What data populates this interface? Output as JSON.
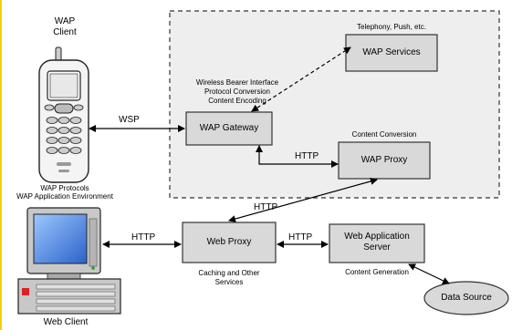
{
  "client": {
    "title_line1": "WAP",
    "title_line2": "Client",
    "protocols_line1": "WAP Protocols",
    "protocols_line2": "WAP Application Environment"
  },
  "web_client": {
    "label": "Web Client"
  },
  "gateway_box": {
    "title": "WAP Gateway",
    "notes": [
      "Wireless Bearer Interface",
      "Protocol Conversion",
      "Content Encoding"
    ]
  },
  "services_box": {
    "title": "WAP Services",
    "note": "Telephony, Push, etc."
  },
  "proxy_box": {
    "title": "WAP Proxy",
    "note": "Content Conversion"
  },
  "web_proxy_box": {
    "title": "Web Proxy",
    "notes": [
      "Caching and Other",
      "Services"
    ]
  },
  "web_app_box": {
    "title_line1": "Web Application",
    "title_line2": "Server",
    "note": "Content Generation"
  },
  "data_source": {
    "label": "Data Source"
  },
  "connectors": {
    "wsp": "WSP",
    "http_gateway_proxy": "HTTP",
    "http_proxy_webproxy": "HTTP",
    "http_webclient": "HTTP",
    "http_webproxy_webapp": "HTTP"
  },
  "colors": {
    "box_fill": "#d9d9d9",
    "region_fill": "#eeeeee",
    "stroke": "#333333",
    "accent_rule": "#f2d300"
  }
}
